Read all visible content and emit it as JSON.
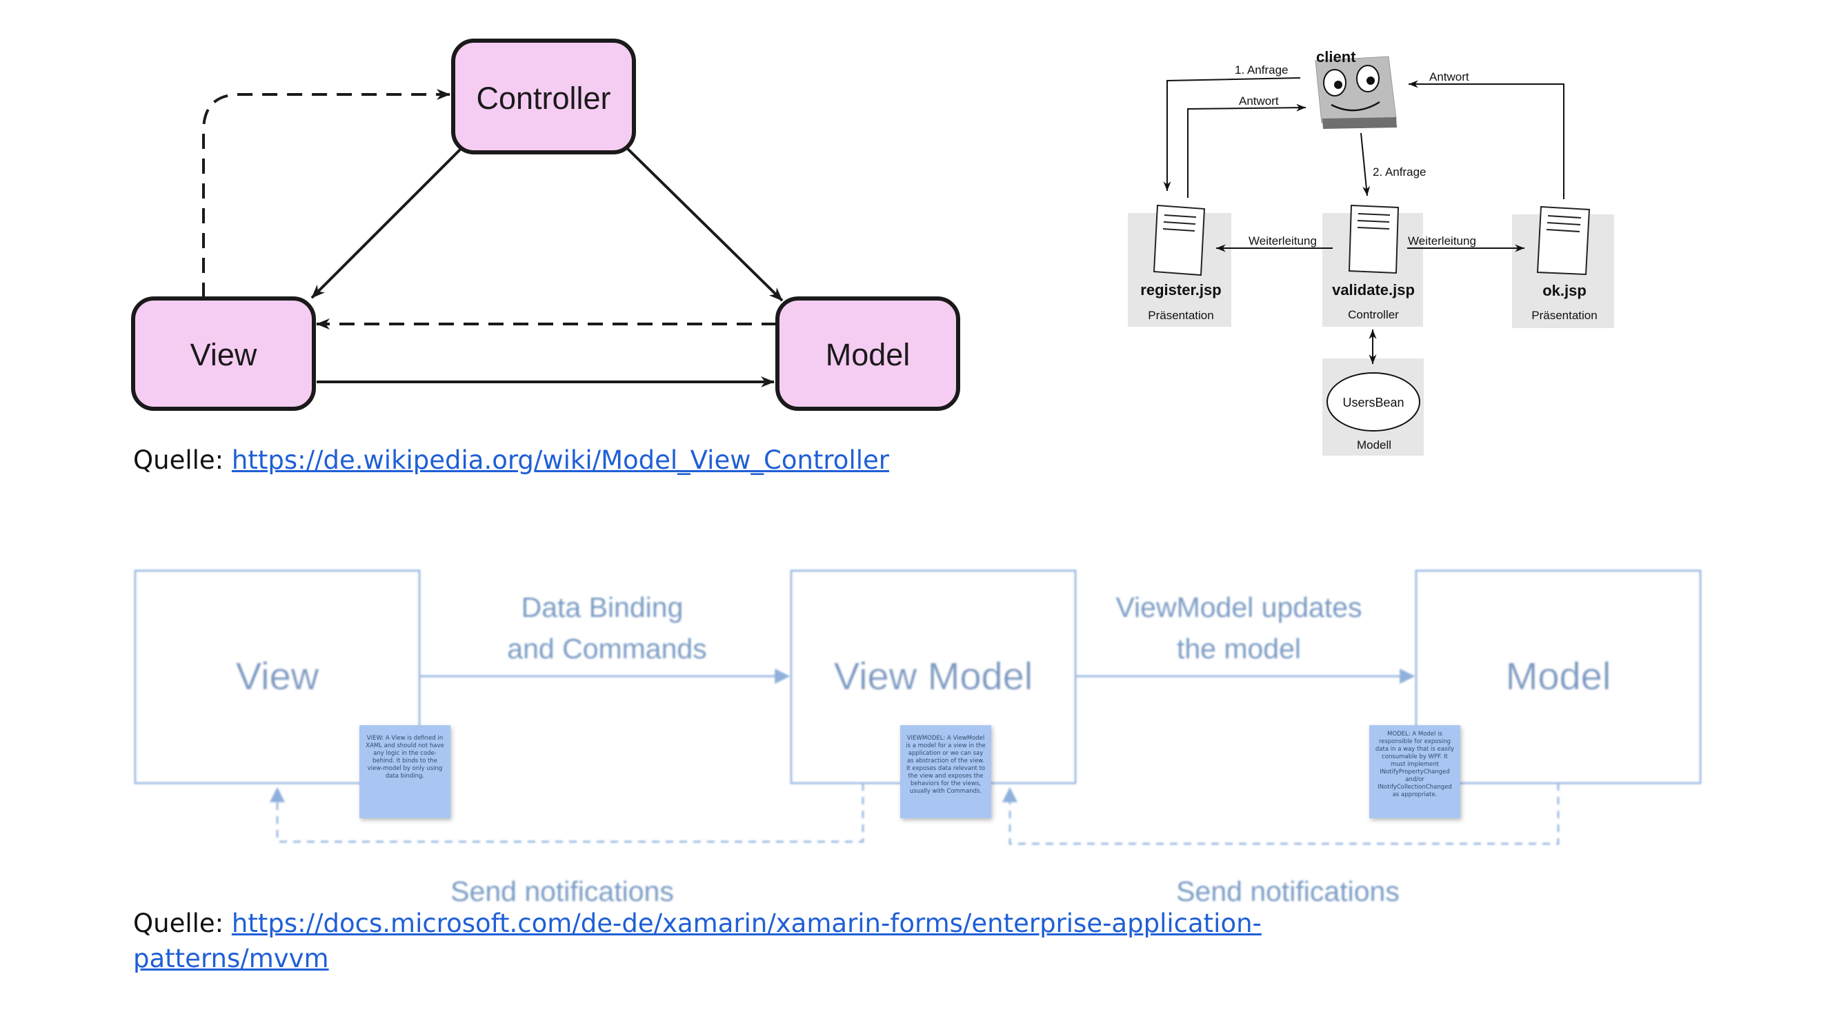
{
  "mvc_diagram": {
    "controller": "Controller",
    "view": "View",
    "model": "Model",
    "caption_prefix": "Quelle: ",
    "caption_link": "https://de.wikipedia.org/wiki/Model_View_Controller"
  },
  "jsp_diagram": {
    "client": "client",
    "anfrage_1": "1. Anfrage",
    "antwort_left": "Antwort",
    "antwort_right": "Antwort",
    "anfrage_2": "2. Anfrage",
    "weiterleitung_left": "Weiterleitung",
    "weiterleitung_right": "Weiterleitung",
    "register": "register.jsp",
    "register_role": "Präsentation",
    "validate": "validate.jsp",
    "validate_role": "Controller",
    "ok": "ok.jsp",
    "ok_role": "Präsentation",
    "usersbean": "UsersBean",
    "usersbean_role": "Modell"
  },
  "mvvm_diagram": {
    "view": "View",
    "viewmodel": "View Model",
    "model": "Model",
    "binding_line1": "Data Binding",
    "binding_line2": "and Commands",
    "updates_line1": "ViewModel updates",
    "updates_line2": "the model",
    "notify_left": "Send notifications",
    "notify_right": "Send notifications",
    "note_view": "VIEW: A View is defined in XAML and should not have any logic in the code-behind. It binds to the view-model by only using data binding.",
    "note_viewmodel": "VIEWMODEL: A ViewModel is a model for a view in the application or we can say as abstraction of the view. It exposes data relevant to the view and exposes the behaviors for the views, usually with Commands.",
    "note_model": "MODEL: A Model is responsible for exposing data in a way that is easily consumable by WPF. It must implement INotifyPropertyChanged and/or INotifyCollectionChanged as appropriate.",
    "caption_prefix": "Quelle: ",
    "caption_link_line1": "https://docs.microsoft.com/de-de/xamarin/xamarin-forms/enterprise-application-",
    "caption_link_line2": "patterns/mvvm"
  },
  "colors": {
    "mvc_box_fill": "#f6cdf2",
    "mvvm_stroke": "#9dbce3",
    "mvvm_text": "#7a9bc4",
    "note_fill": "#a9c6f2",
    "link": "#1f5fd6",
    "jsp_panel": "#e6e6e6"
  }
}
